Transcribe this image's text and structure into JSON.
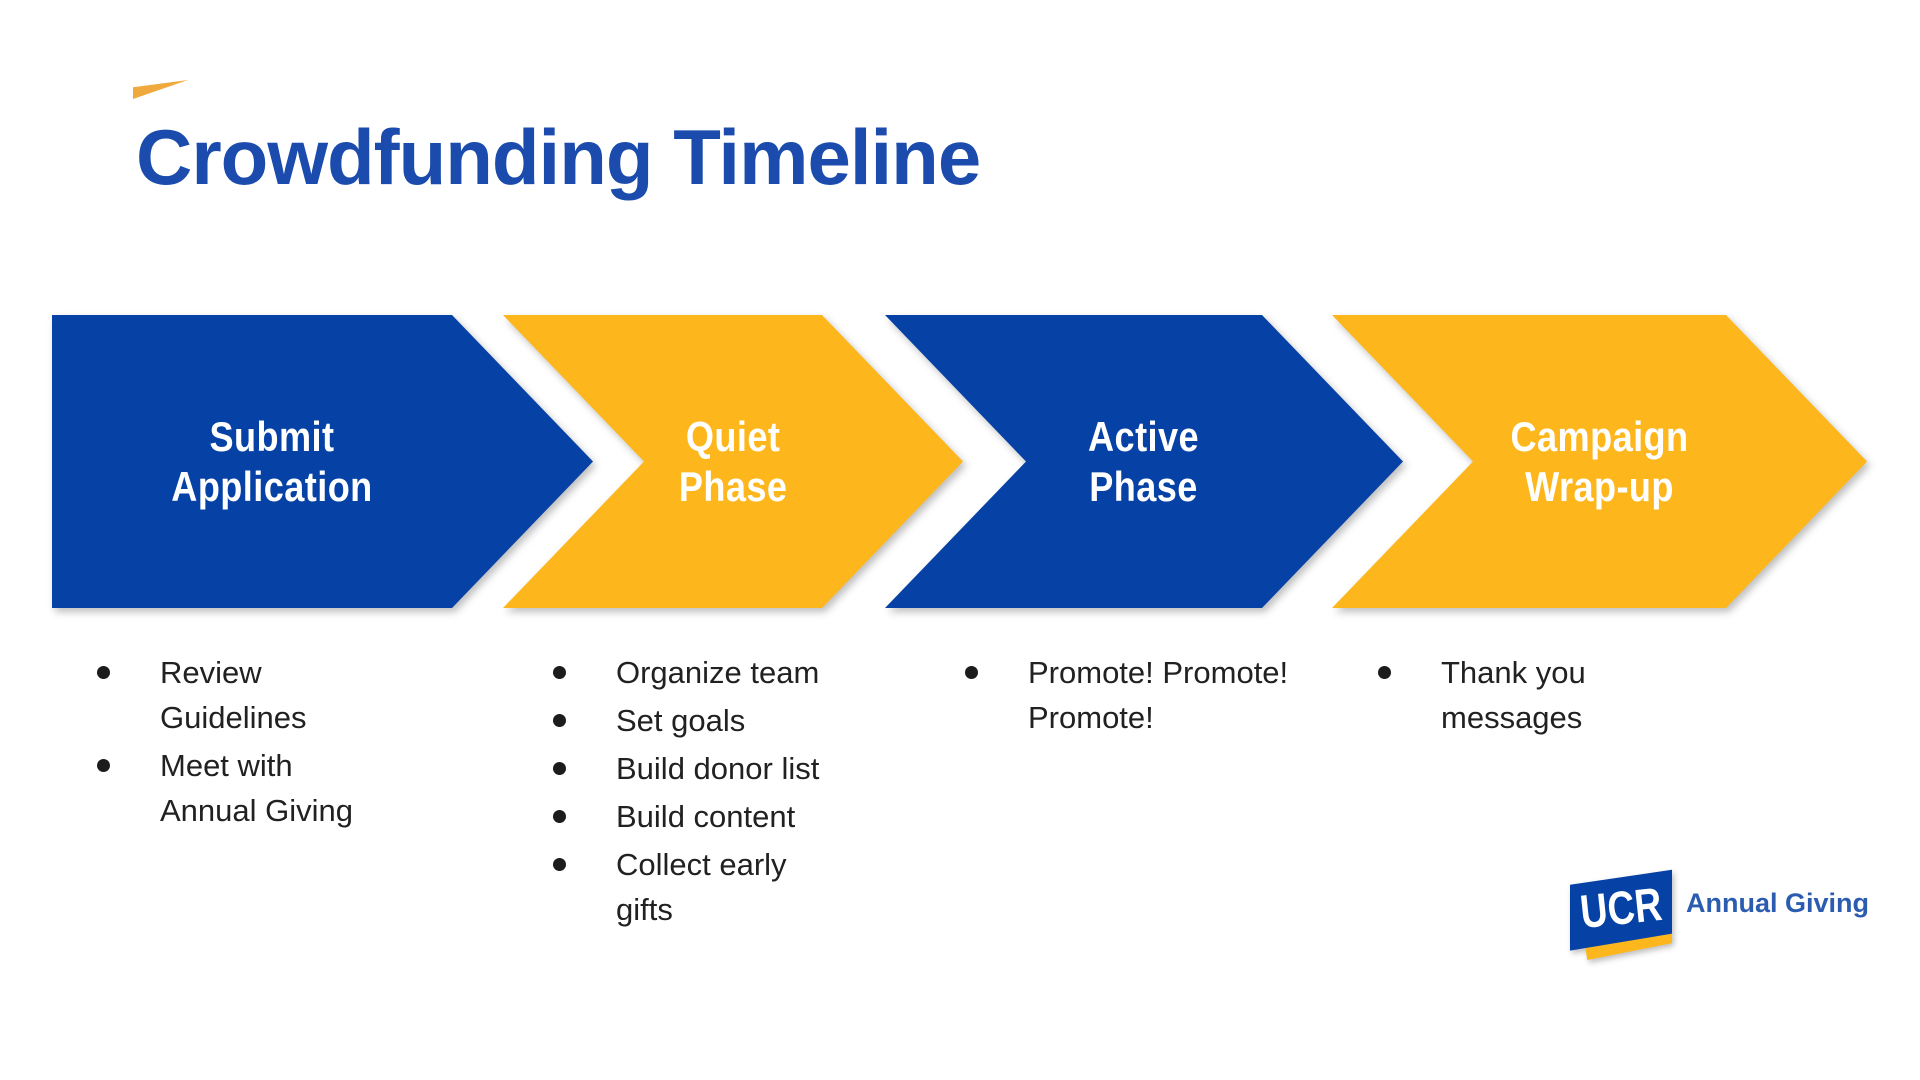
{
  "title": "Crowdfunding Timeline",
  "colors": {
    "arrow_blue": "#0641A5",
    "arrow_gold": "#FDB71C",
    "title_blue": "#1A4BAD",
    "body_text": "#212121",
    "accent_swoosh": "#F0A93D",
    "logo_label_blue": "#2B5CB0"
  },
  "timeline": {
    "steps": [
      {
        "label": "Submit Application",
        "color": "#0641A5",
        "bullets": [
          "Review\nGuidelines",
          "Meet with\nAnnual Giving"
        ]
      },
      {
        "label": "Quiet\nPhase",
        "color": "#FDB71C",
        "bullets": [
          "Organize team",
          "Set goals",
          "Build donor list",
          "Build content",
          "Collect early\ngifts"
        ]
      },
      {
        "label": "Active\nPhase",
        "color": "#0641A5",
        "bullets": [
          "Promote! Promote!\nPromote!"
        ]
      },
      {
        "label": "Campaign\nWrap-up",
        "color": "#FDB71C",
        "bullets": [
          "Thank you\nmessages"
        ]
      }
    ]
  },
  "logo": {
    "mark": "UCR",
    "label": "Annual Giving"
  }
}
